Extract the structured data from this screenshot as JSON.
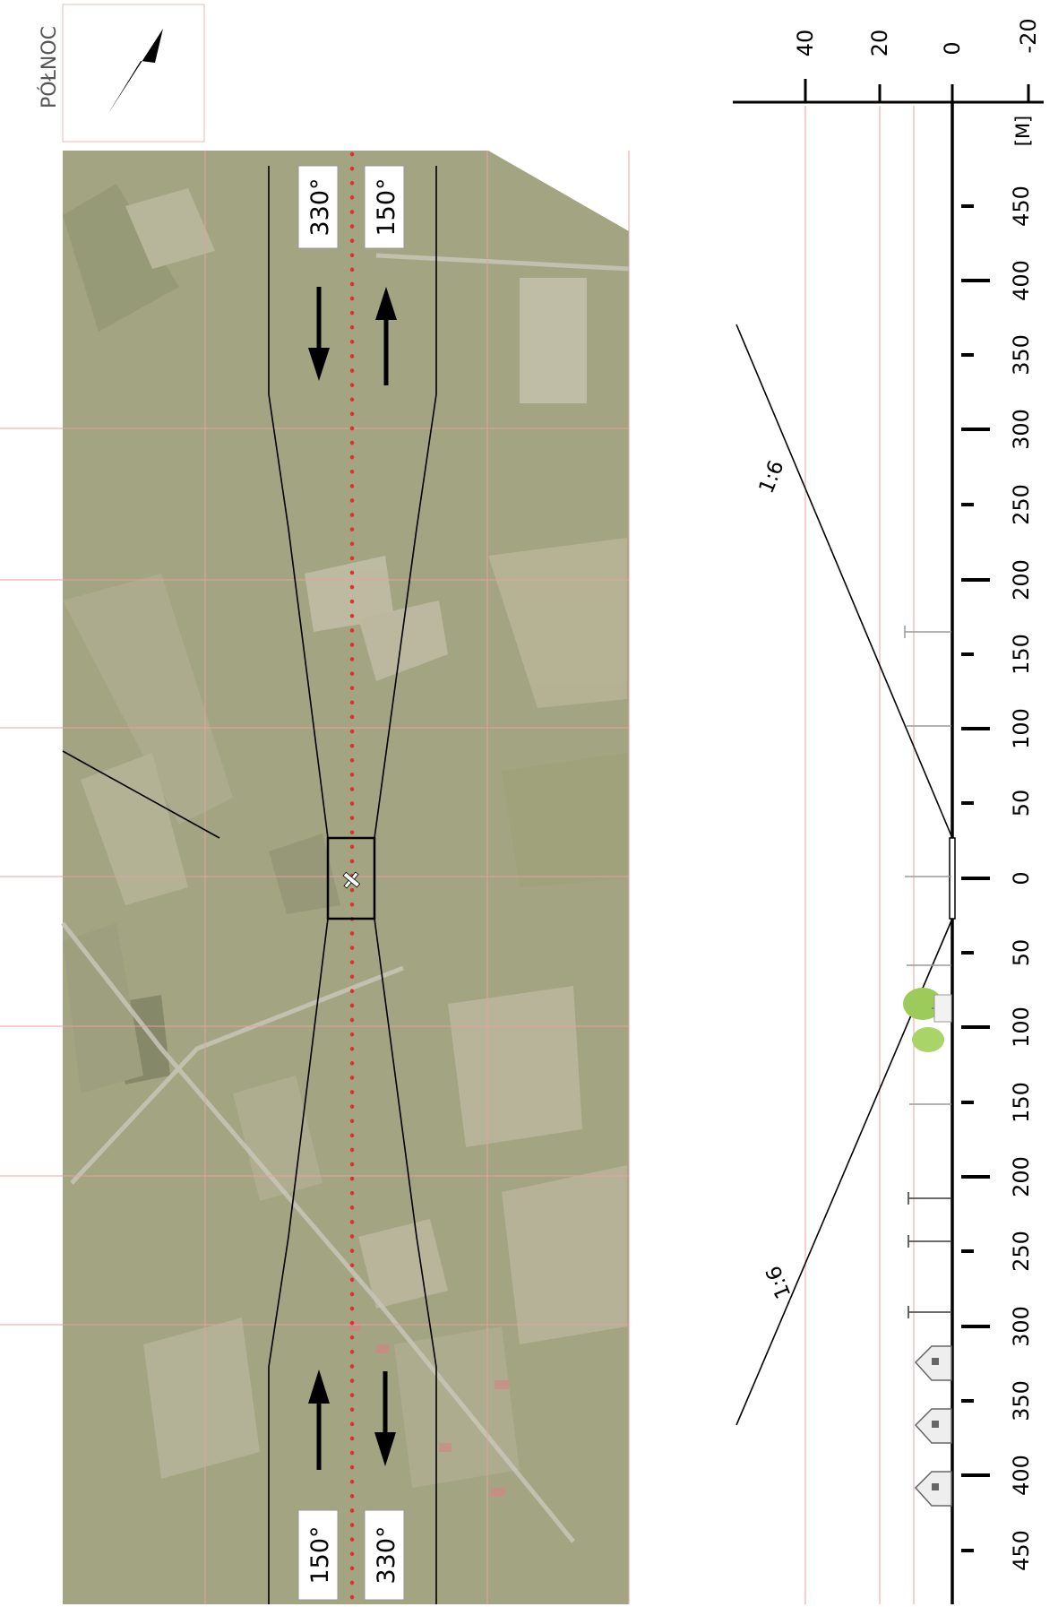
{
  "north": {
    "label": "PÓŁNOC",
    "icon": "north-arrow-icon"
  },
  "headings": {
    "top_left": "330°",
    "top_right": "150°",
    "bottom_left": "150°",
    "bottom_right": "330°"
  },
  "slopes": {
    "upper": "1:6",
    "lower": "1:6"
  },
  "profile": {
    "unit": "[M]",
    "elevation_ticks": [
      "40",
      "20",
      "0",
      "-20"
    ],
    "distance_ticks_top": [
      "450",
      "400",
      "350",
      "300",
      "250",
      "200",
      "150",
      "100",
      "50"
    ],
    "center_tick": "0",
    "distance_ticks_bottom": [
      "50",
      "100",
      "150",
      "200",
      "250",
      "300",
      "350",
      "400",
      "450"
    ]
  },
  "legend_icons": [
    "tree-icon",
    "power-pole-icon",
    "house-icon"
  ],
  "colors": {
    "centerline": "#e23030",
    "grid": "#e8a0a0",
    "field_base": "#a3a481"
  }
}
